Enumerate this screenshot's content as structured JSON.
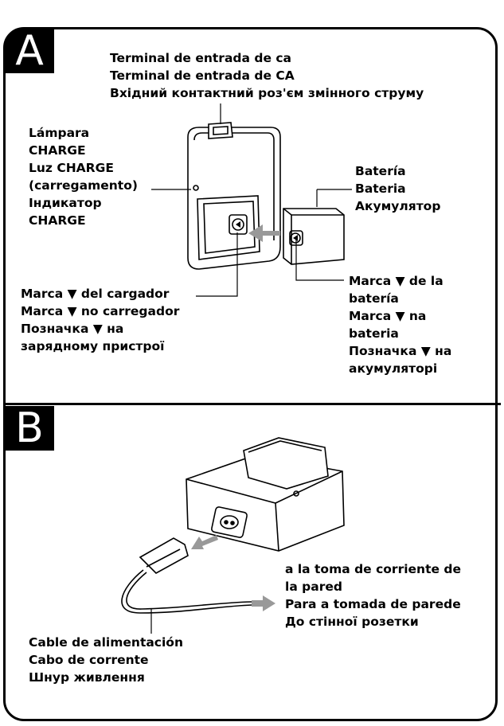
{
  "section_a": {
    "badge": "A",
    "ac_terminal": [
      "Terminal de entrada de ca",
      "Terminal de entrada de CA",
      "Вхідний контактний роз'єм змінного струму"
    ],
    "charge_lamp": [
      "Lámpara",
      "CHARGE",
      "Luz CHARGE",
      "(carregamento)",
      "Індикатор",
      "CHARGE"
    ],
    "battery": [
      "Batería",
      "Bateria",
      "Акумулятор"
    ],
    "charger_mark": [
      "Marca ▼ del cargador",
      "Marca ▼ no carregador",
      "Позначка ▼ на",
      "зарядному пристрої"
    ],
    "battery_mark": [
      "Marca ▼ de la",
      "batería",
      "Marca ▼ na",
      "bateria",
      "Позначка ▼ на",
      "акумуляторі"
    ]
  },
  "section_b": {
    "badge": "B",
    "wall_outlet": [
      "a la toma de corriente de",
      "la pared",
      "Para a tomada de parede",
      "До стінної розетки"
    ],
    "power_cord": [
      "Cable de alimentación",
      "Cabo de corrente",
      "Шнур живлення"
    ]
  },
  "icons": {
    "arrow_color": "#999999",
    "frame_color": "#000000"
  }
}
